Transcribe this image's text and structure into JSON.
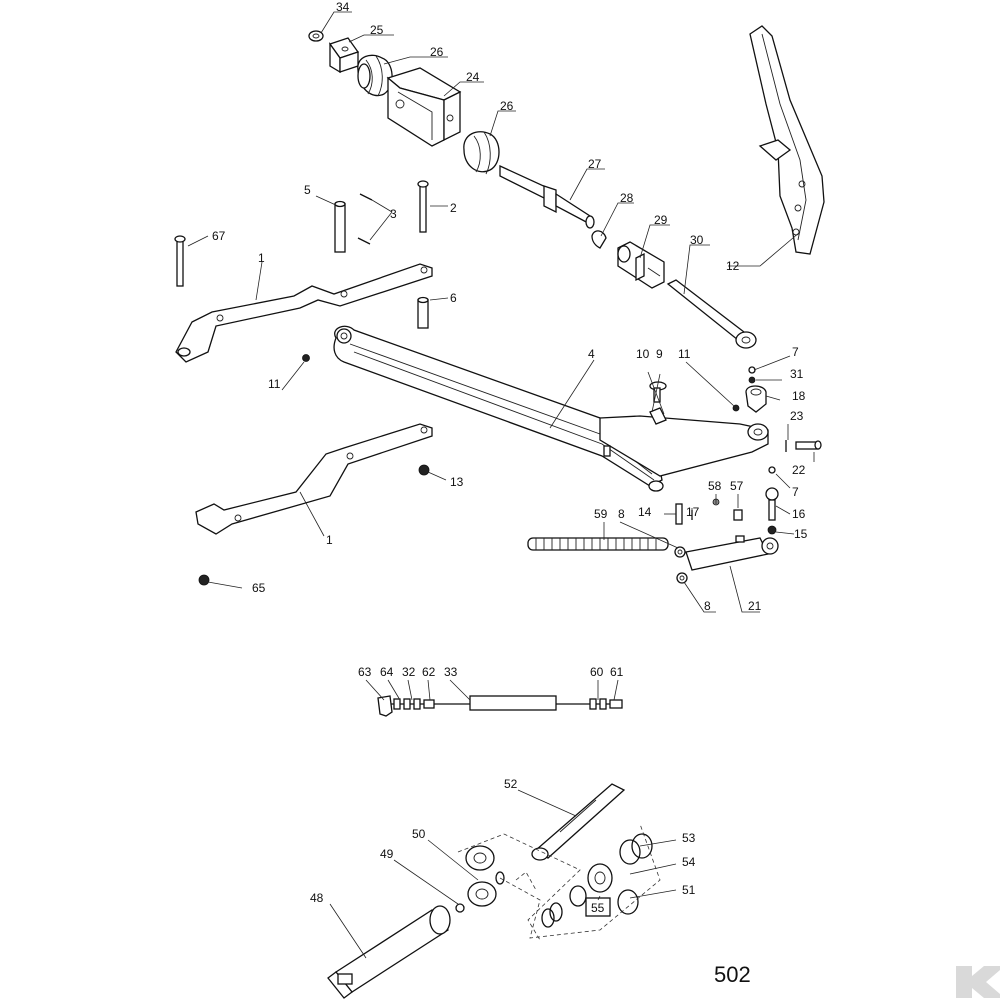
{
  "page_number": "502",
  "parts": {
    "p34": "34",
    "p25": "25",
    "p26a": "26",
    "p24": "24",
    "p26b": "26",
    "p27": "27",
    "p28": "28",
    "p29": "29",
    "p30": "30",
    "p12": "12",
    "p5": "5",
    "p3": "3",
    "p2": "2",
    "p67": "67",
    "p1a": "1",
    "p6": "6",
    "p11a": "11",
    "p4": "4",
    "p10": "10",
    "p9": "9",
    "p11b": "11",
    "p7a": "7",
    "p31": "31",
    "p18": "18",
    "p23": "23",
    "p22": "22",
    "p13": "13",
    "p1b": "1",
    "p65": "65",
    "p17": "17",
    "p14": "14",
    "p58": "58",
    "p57": "57",
    "p7b": "7",
    "p16": "16",
    "p59": "59",
    "p8a": "8",
    "p15": "15",
    "p8b": "8",
    "p21": "21",
    "p63": "63",
    "p64": "64",
    "p32": "32",
    "p62": "62",
    "p33": "33",
    "p60": "60",
    "p61": "61",
    "p52": "52",
    "p53": "53",
    "p50": "50",
    "p49": "49",
    "p54": "54",
    "p51": "51",
    "p55": "55",
    "p48": "48"
  }
}
